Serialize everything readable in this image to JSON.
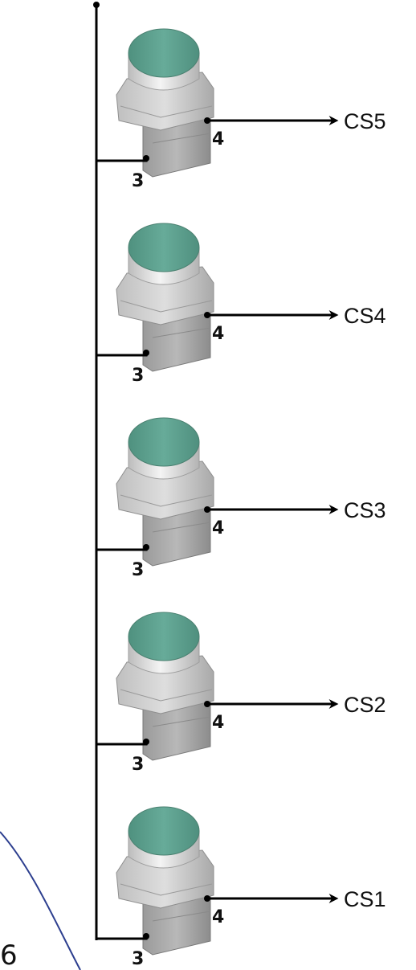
{
  "diagram": {
    "buttons": [
      {
        "output_label": "CS5",
        "pin_out": "4",
        "pin_in": "3"
      },
      {
        "output_label": "CS4",
        "pin_out": "4",
        "pin_in": "3"
      },
      {
        "output_label": "CS3",
        "pin_out": "4",
        "pin_in": "3"
      },
      {
        "output_label": "CS2",
        "pin_out": "4",
        "pin_in": "3"
      },
      {
        "output_label": "CS1",
        "pin_out": "4",
        "pin_in": "3"
      }
    ],
    "page_number": "6",
    "colors": {
      "button_cap": "#5fa492",
      "button_body": "#c8c8c8",
      "wire": "#000000",
      "page_arc": "#2d3f8f"
    }
  }
}
